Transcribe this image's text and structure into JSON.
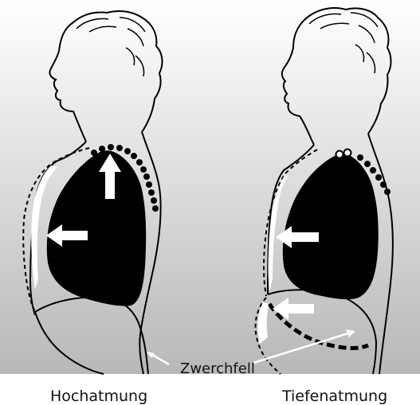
{
  "labels": {
    "left_caption": "Hochatmung",
    "right_caption": "Tiefenatmung",
    "diaphragm_callout": "Zwerchfell"
  },
  "colors": {
    "background_top": "#ffffff",
    "background_bottom": "#b8b8b8",
    "lung_fill": "#000000",
    "outline": "#000000",
    "arrow_fill": "#ffffff",
    "page": "#ffffff"
  },
  "icons": {
    "arrow": "white-arrow-icon",
    "dots": "dotted-expansion-line"
  }
}
